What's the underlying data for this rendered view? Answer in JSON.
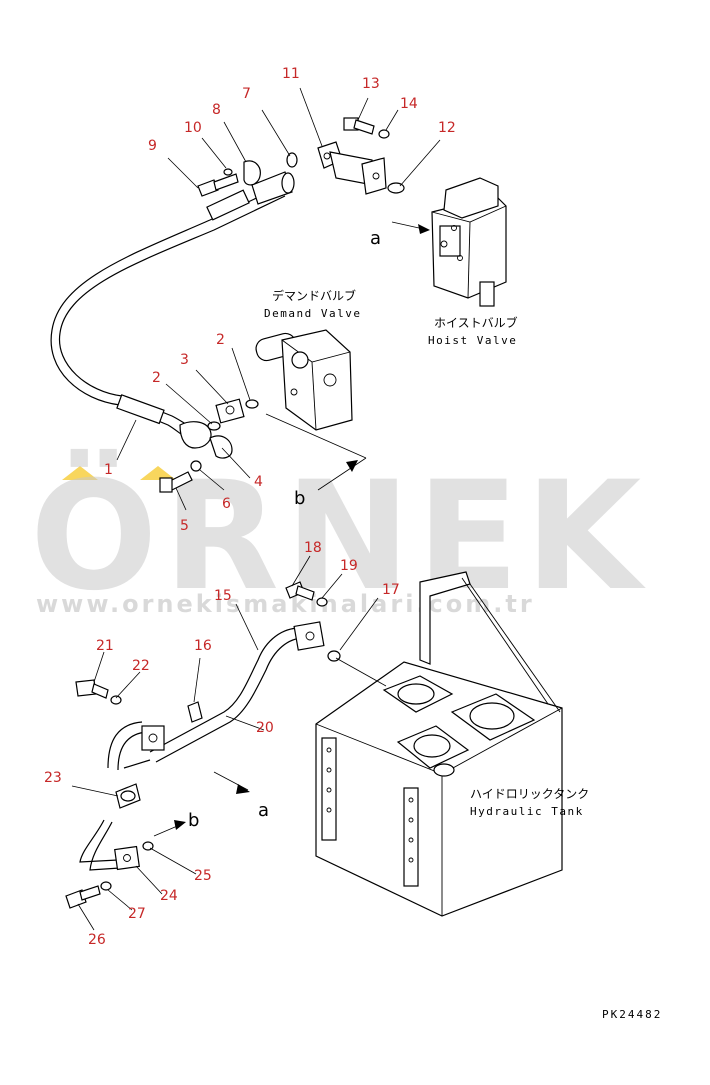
{
  "watermark": {
    "brand": "ÖRNEK",
    "url": "www.ornekismakinalari.com.tr",
    "color": "#c9c9c9",
    "accent": "#f5c518"
  },
  "components": {
    "demand_valve_jp": "デマンドバルブ",
    "demand_valve_en": "Demand Valve",
    "hoist_valve_jp": "ホイストバルブ",
    "hoist_valve_en": "Hoist Valve",
    "hydraulic_tank_jp": "ハイドロリックタンク",
    "hydraulic_tank_en": "Hydraulic Tank"
  },
  "connections": {
    "a": "a",
    "b": "b"
  },
  "drawing_code": "PK24482",
  "callout_color": "#c62828",
  "callouts": [
    "1",
    "2",
    "2",
    "3",
    "4",
    "5",
    "6",
    "7",
    "8",
    "9",
    "10",
    "11",
    "12",
    "13",
    "14",
    "15",
    "16",
    "17",
    "18",
    "19",
    "20",
    "21",
    "22",
    "23",
    "24",
    "25",
    "26",
    "27"
  ]
}
